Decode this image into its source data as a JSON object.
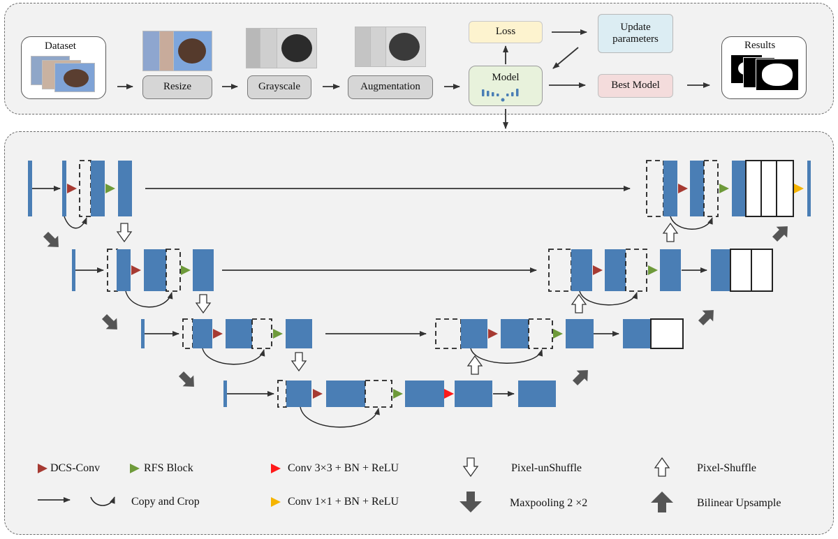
{
  "pipeline": {
    "dataset": "Dataset",
    "resize": "Resize",
    "grayscale": "Grayscale",
    "augmentation": "Augmentation",
    "model": "Model",
    "loss": "Loss",
    "update": "Update parameters",
    "best_model": "Best Model",
    "results": "Results"
  },
  "legend": {
    "dcs_conv": "DCS-Conv",
    "rfs_block": "RFS  Block",
    "conv3": "Conv 3×3 + BN + ReLU",
    "conv1": "Conv 1×1 + BN + ReLU",
    "copy_crop": "Copy and Crop",
    "pixel_unshuffle": "Pixel-unShuffle",
    "pixel_shuffle": "Pixel-Shuffle",
    "maxpool": "Maxpooling  2 ×2",
    "bilinear": "Bilinear Upsample"
  },
  "colors": {
    "feature_block": "#4a7eb5",
    "dcs_conv": "#a63a32",
    "rfs_block": "#6e9a3a",
    "conv3": "#ff1a1a",
    "conv1": "#f5b400",
    "loss_box": "#fdf3cf",
    "update_box": "#dcedf3",
    "best_box": "#f4dcdc",
    "model_box": "#e8f2dc"
  }
}
